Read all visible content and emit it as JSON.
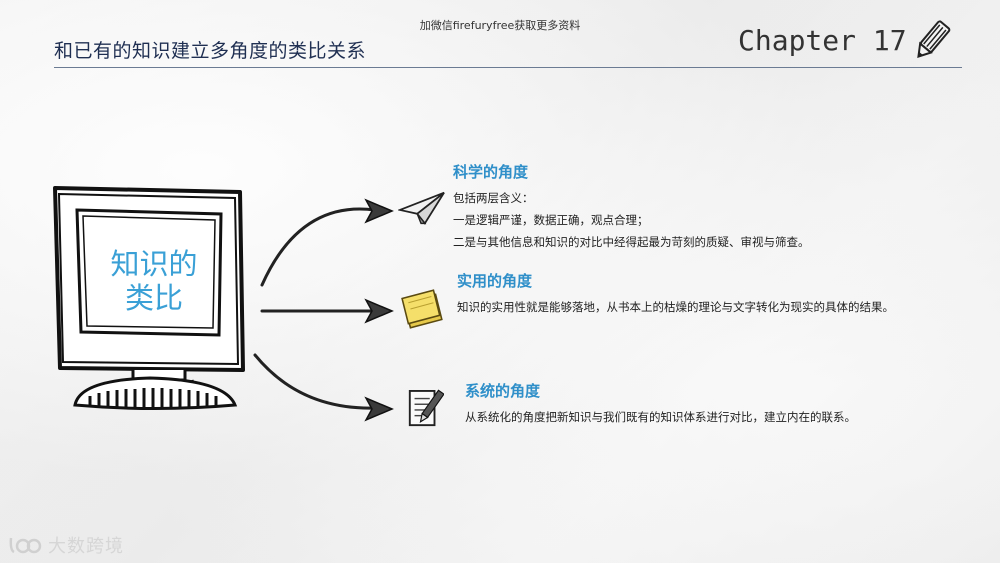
{
  "top_note": "加微信firefuryfree获取更多资料",
  "header": {
    "title": "和已有的知识建立多角度的类比关系",
    "chapter": "Chapter 17"
  },
  "screen": {
    "line1": "知识的",
    "line2": "类比"
  },
  "sections": [
    {
      "title": "科学的角度",
      "lines": [
        "包括两层含义：",
        "一是逻辑严谨，数据正确，观点合理；",
        "二是与其他信息和知识的对比中经得起最为苛刻的质疑、审视与筛查。"
      ],
      "icon": "paper-plane-icon"
    },
    {
      "title": "实用的角度",
      "text": "知识的实用性就是能够落地，从书本上的枯燥的理论与文字转化为现实的具体的结果。",
      "icon": "sticky-notes-icon"
    },
    {
      "title": "系统的角度",
      "text": "从系统化的角度把新知识与我们既有的知识体系进行对比，建立内在的联系。",
      "icon": "notepad-pencil-icon"
    }
  ],
  "watermark": "大数跨境"
}
